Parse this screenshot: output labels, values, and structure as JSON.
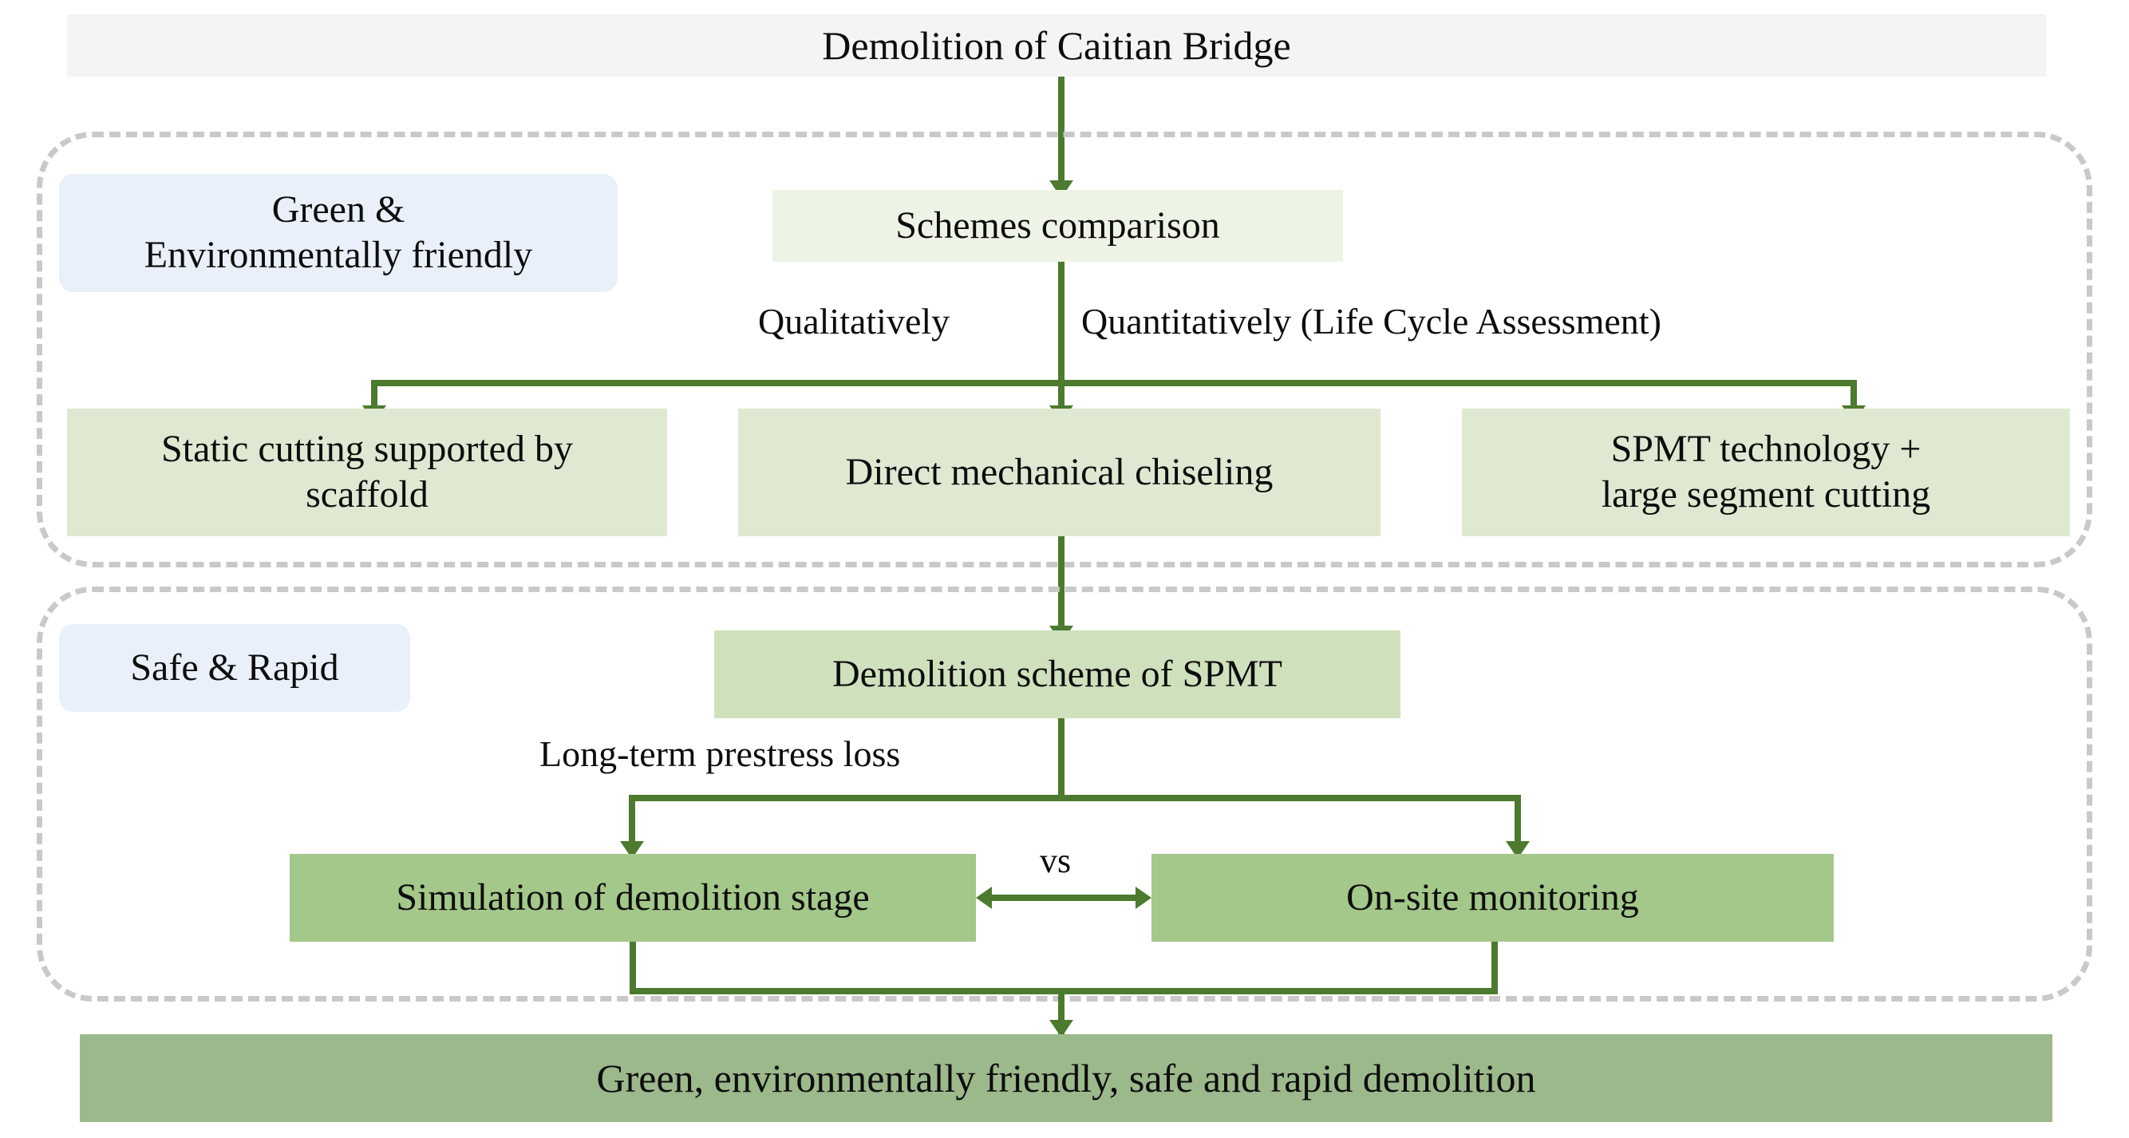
{
  "diagram": {
    "title_box": {
      "label": "Demolition of Caitian Bridge"
    },
    "groups": [
      {
        "id": "group-green",
        "tag_label": "Green &\nEnvironmentally friendly"
      },
      {
        "id": "group-safe",
        "tag_label": "Safe & Rapid"
      }
    ],
    "tags": {
      "green_line1": "Green &",
      "green_line2": "Environmentally friendly",
      "safe_rapid": "Safe & Rapid"
    },
    "nodes": {
      "schemes_comparison": "Schemes comparison",
      "static_cutting_line1": "Static cutting supported by",
      "static_cutting_line2": "scaffold",
      "direct_chiseling": "Direct mechanical chiseling",
      "spmt_tech_line1": "SPMT technology +",
      "spmt_tech_line2": "large segment cutting",
      "demolition_scheme_spmt": "Demolition scheme of SPMT",
      "simulation_stage": "Simulation of demolition stage",
      "onsite_monitoring": "On-site monitoring",
      "outcome": "Green, environmentally friendly, safe and rapid demolition"
    },
    "edge_labels": {
      "qualitatively": "Qualitatively",
      "quantitatively": "Quantitatively (Life Cycle Assessment)",
      "long_term_prestress_loss": "Long-term prestress loss",
      "vs": "vs"
    },
    "colors": {
      "title_bg": "#f4f4f4",
      "tag_bg": "#e9f0fa",
      "pale_green": "#eef4e5",
      "light_green": "#dfe8d1",
      "mid_green": "#cfe0bd",
      "strong_green": "#a4c78a",
      "dark_green": "#9cb98c",
      "connector": "#4c7a2e",
      "dashed_border": "#c9c9c9"
    }
  }
}
